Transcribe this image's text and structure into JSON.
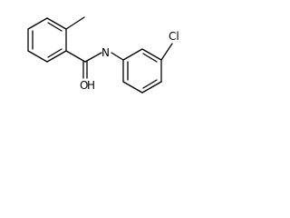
{
  "molecule": {
    "atoms": {
      "oxygen": "O",
      "nitrogen_hydrogen": "H",
      "nitrogen": "N",
      "chlorine": "Cl"
    }
  }
}
